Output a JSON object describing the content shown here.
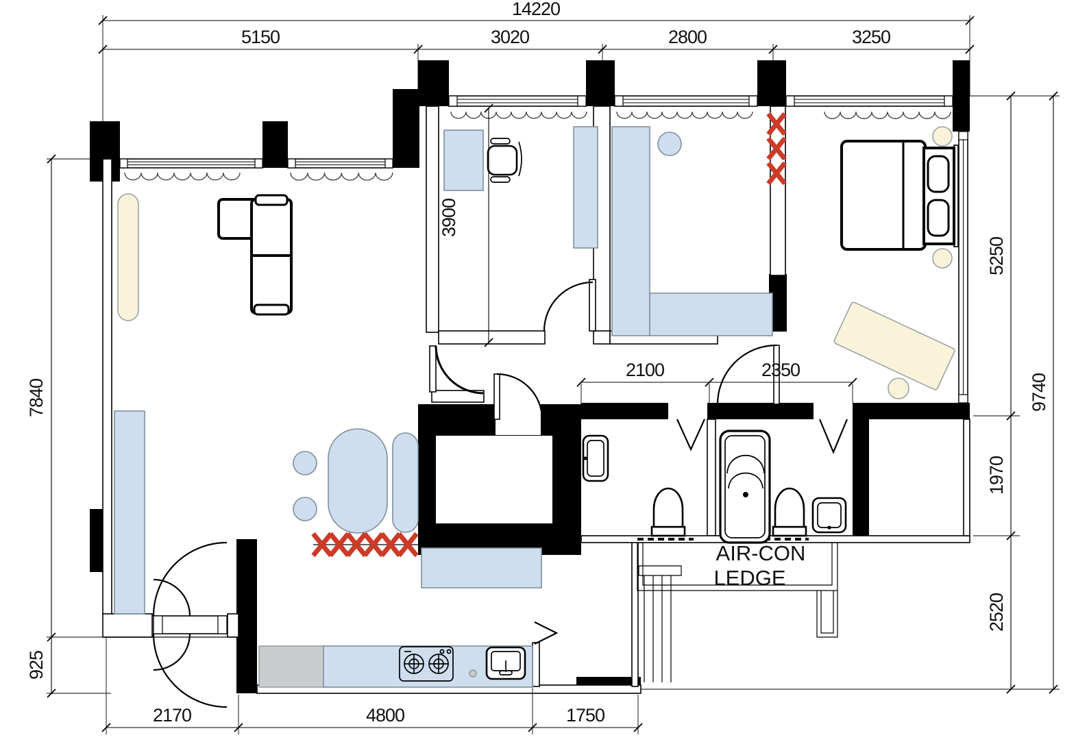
{
  "plan": {
    "type": "apartment-floor-plan",
    "unit": "mm",
    "dims": {
      "total_width": "14220",
      "seg1": "5150",
      "seg2": "3020",
      "seg3": "2800",
      "seg4": "3250",
      "left_main": "7840",
      "left_entry": "925",
      "right_bedroom": "5250",
      "right_bath": "1970",
      "right_ledge": "2520",
      "right_total": "9740",
      "bottom_left": "2170",
      "bottom_mid": "4800",
      "bottom_right": "1750",
      "study_depth": "3900",
      "bath1_width": "2100",
      "bath2_width": "2350"
    },
    "labels": {
      "aircon_line1": "AIR-CON",
      "aircon_line2": "LEDGE"
    },
    "colors": {
      "wall": "#000000",
      "furniture_blue": "#cfdeee",
      "accent_cream": "#faf3da",
      "demolish_red": "#cc3a28",
      "appliance_gray": "#c9cdce"
    },
    "furniture": [
      "sofa",
      "tv-console",
      "tall-cabinet",
      "dining-table",
      "dining-bench",
      "dining-chair",
      "desk",
      "office-chair",
      "wardrobe",
      "stool",
      "double-bed",
      "pillows",
      "bedside-lamp",
      "rug",
      "pouf",
      "fridge",
      "kitchen-counter",
      "gas-stove",
      "kitchen-sink",
      "wash-basin",
      "toilet",
      "bathtub",
      "service-ladder"
    ]
  }
}
